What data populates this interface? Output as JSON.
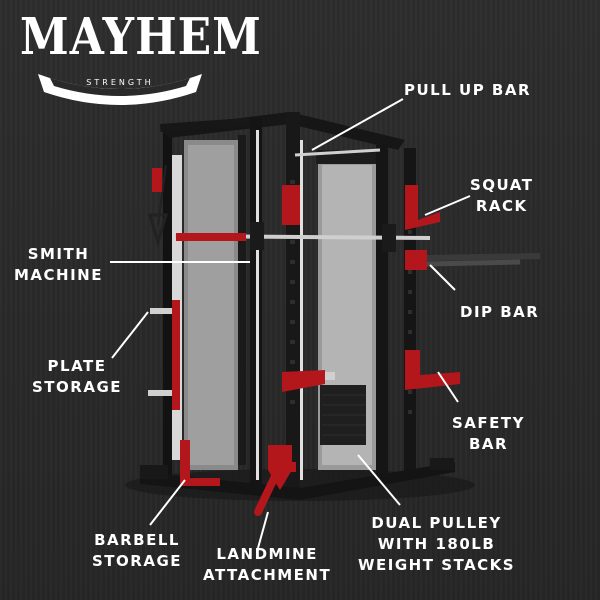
{
  "brand": {
    "name": "MAYHEM",
    "tagline": "STRENGTH"
  },
  "callouts": {
    "pull_up_bar": "PULL UP BAR",
    "squat_rack": [
      "SQUAT",
      "RACK"
    ],
    "smith_machine": [
      "SMITH",
      "MACHINE"
    ],
    "dip_bar": "DIP BAR",
    "plate_storage": [
      "PLATE",
      "STORAGE"
    ],
    "safety_bar": [
      "SAFETY",
      "BAR"
    ],
    "barbell_storage": [
      "BARBELL",
      "STORAGE"
    ],
    "landmine_attachment": [
      "LANDMINE",
      "ATTACHMENT"
    ],
    "dual_pulley": [
      "DUAL PULLEY",
      "WITH 180LB",
      "WEIGHT STACKS"
    ]
  },
  "colors": {
    "background": "#2a2a2a",
    "frame": "#151515",
    "accent_red": "#b3171c",
    "steel": "#c9c9c9",
    "text": "#ffffff"
  }
}
